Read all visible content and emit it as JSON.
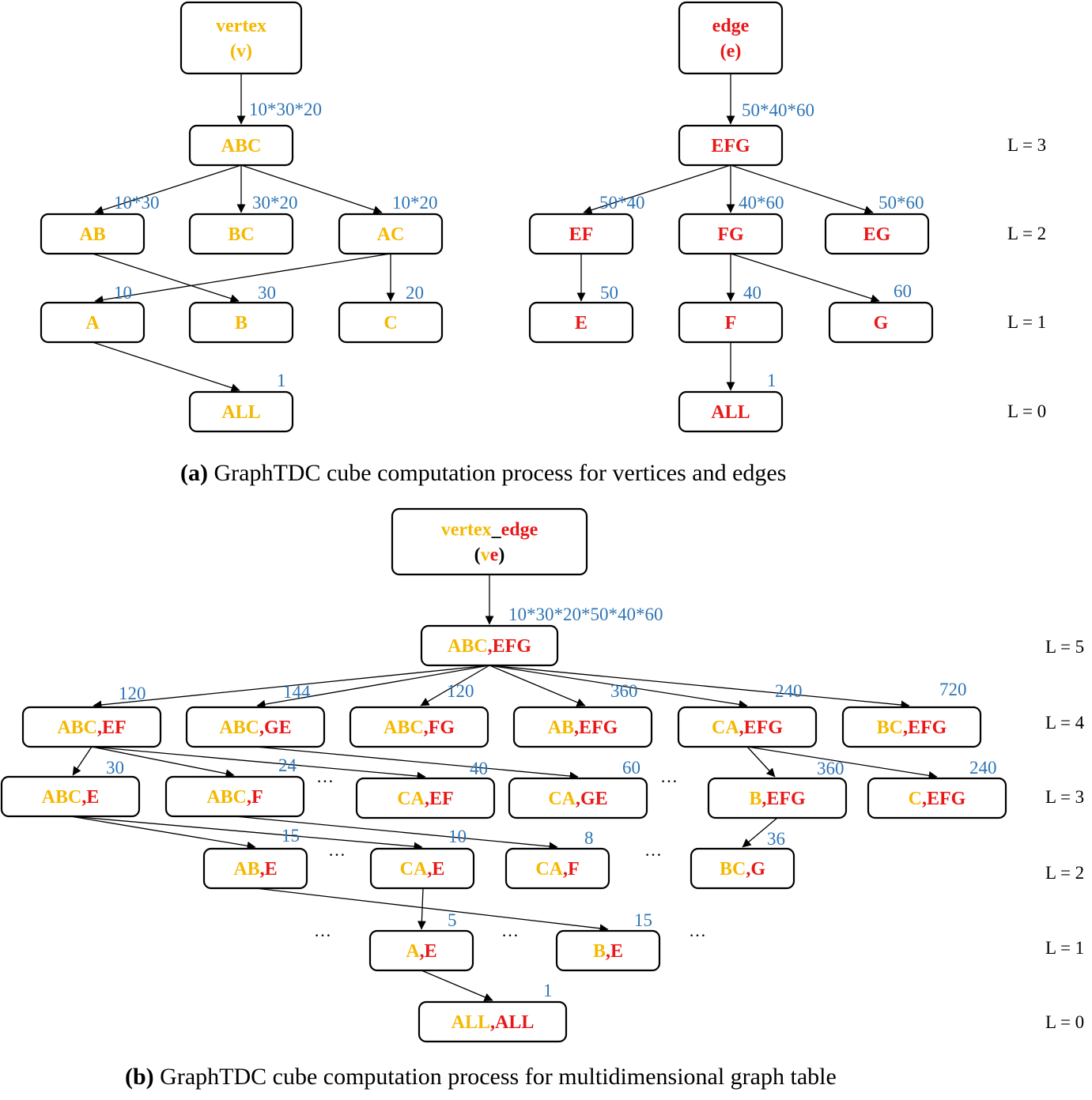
{
  "colors": {
    "vertex": "#F5B800",
    "edge": "#E81818",
    "label": "#2E75B6",
    "line": "#000000"
  },
  "panel_a": {
    "caption_tag": "(a)",
    "caption_text": " GraphTDC cube computation process for vertices and edges",
    "levels": [
      "L = 3",
      "L = 2",
      "L = 1",
      "L = 0"
    ],
    "nodes": [
      {
        "id": "v-root",
        "parts": [
          [
            "vertex",
            "v"
          ]
        ],
        "parts2": [
          [
            "(v)",
            "v"
          ]
        ]
      },
      {
        "id": "v-ABC",
        "parts": [
          [
            "ABC",
            "v"
          ]
        ]
      },
      {
        "id": "v-AB",
        "parts": [
          [
            "AB",
            "v"
          ]
        ]
      },
      {
        "id": "v-BC",
        "parts": [
          [
            "BC",
            "v"
          ]
        ]
      },
      {
        "id": "v-AC",
        "parts": [
          [
            "AC",
            "v"
          ]
        ]
      },
      {
        "id": "v-A",
        "parts": [
          [
            "A",
            "v"
          ]
        ]
      },
      {
        "id": "v-B",
        "parts": [
          [
            "B",
            "v"
          ]
        ]
      },
      {
        "id": "v-C",
        "parts": [
          [
            "C",
            "v"
          ]
        ]
      },
      {
        "id": "v-ALL",
        "parts": [
          [
            "ALL",
            "v"
          ]
        ]
      },
      {
        "id": "e-root",
        "parts": [
          [
            "edge",
            "e"
          ]
        ],
        "parts2": [
          [
            "(e)",
            "e"
          ]
        ]
      },
      {
        "id": "e-EFG",
        "parts": [
          [
            "EFG",
            "e"
          ]
        ]
      },
      {
        "id": "e-EF",
        "parts": [
          [
            "EF",
            "e"
          ]
        ]
      },
      {
        "id": "e-FG",
        "parts": [
          [
            "FG",
            "e"
          ]
        ]
      },
      {
        "id": "e-EG",
        "parts": [
          [
            "EG",
            "e"
          ]
        ]
      },
      {
        "id": "e-E",
        "parts": [
          [
            "E",
            "e"
          ]
        ]
      },
      {
        "id": "e-F",
        "parts": [
          [
            "F",
            "e"
          ]
        ]
      },
      {
        "id": "e-G",
        "parts": [
          [
            "G",
            "e"
          ]
        ]
      },
      {
        "id": "e-ALL",
        "parts": [
          [
            "ALL",
            "e"
          ]
        ]
      }
    ],
    "edges": [
      {
        "from": "v-root",
        "to": "v-ABC",
        "label": "10*30*20"
      },
      {
        "from": "v-ABC",
        "to": "v-AB",
        "label": "10*30"
      },
      {
        "from": "v-ABC",
        "to": "v-BC",
        "label": "30*20"
      },
      {
        "from": "v-ABC",
        "to": "v-AC",
        "label": "10*20"
      },
      {
        "from": "v-AC",
        "to": "v-A",
        "label": "10"
      },
      {
        "from": "v-AB",
        "to": "v-B",
        "label": "30"
      },
      {
        "from": "v-AC",
        "to": "v-C",
        "label": "20"
      },
      {
        "from": "v-A",
        "to": "v-ALL",
        "label": "1"
      },
      {
        "from": "e-root",
        "to": "e-EFG",
        "label": "50*40*60"
      },
      {
        "from": "e-EFG",
        "to": "e-EF",
        "label": "50*40"
      },
      {
        "from": "e-EFG",
        "to": "e-FG",
        "label": "40*60"
      },
      {
        "from": "e-EFG",
        "to": "e-EG",
        "label": "50*60"
      },
      {
        "from": "e-EF",
        "to": "e-E",
        "label": "50"
      },
      {
        "from": "e-FG",
        "to": "e-F",
        "label": "40"
      },
      {
        "from": "e-FG",
        "to": "e-G",
        "label": "60"
      },
      {
        "from": "e-F",
        "to": "e-ALL",
        "label": "1"
      }
    ]
  },
  "panel_b": {
    "caption_tag": "(b)",
    "caption_text": " GraphTDC cube computation process for multidimensional graph table",
    "levels": [
      "L = 5",
      "L = 4",
      "L = 3",
      "L = 2",
      "L = 1",
      "L = 0"
    ],
    "ellipsis": "…",
    "nodes": [
      {
        "id": "ve-root",
        "parts": [
          [
            "vertex",
            "v"
          ],
          [
            "_",
            "k"
          ],
          [
            "edge",
            "e"
          ]
        ],
        "parts2": [
          [
            "(",
            "k"
          ],
          [
            "v",
            "v"
          ],
          [
            "e",
            "e"
          ],
          [
            ")",
            "k"
          ]
        ]
      },
      {
        "id": "ABC,EFG",
        "parts": [
          [
            "ABC",
            "v"
          ],
          [
            ",EFG",
            "e"
          ]
        ]
      },
      {
        "id": "ABC,EF",
        "parts": [
          [
            "ABC",
            "v"
          ],
          [
            ",EF",
            "e"
          ]
        ]
      },
      {
        "id": "ABC,GE",
        "parts": [
          [
            "ABC",
            "v"
          ],
          [
            ",GE",
            "e"
          ]
        ]
      },
      {
        "id": "ABC,FG",
        "parts": [
          [
            "ABC",
            "v"
          ],
          [
            ",FG",
            "e"
          ]
        ]
      },
      {
        "id": "AB,EFG",
        "parts": [
          [
            "AB",
            "v"
          ],
          [
            ",EFG",
            "e"
          ]
        ]
      },
      {
        "id": "CA,EFG",
        "parts": [
          [
            "CA",
            "v"
          ],
          [
            ",EFG",
            "e"
          ]
        ]
      },
      {
        "id": "BC,EFG",
        "parts": [
          [
            "BC",
            "v"
          ],
          [
            ",EFG",
            "e"
          ]
        ]
      },
      {
        "id": "ABC,E",
        "parts": [
          [
            "ABC",
            "v"
          ],
          [
            ",E",
            "e"
          ]
        ]
      },
      {
        "id": "ABC,F",
        "parts": [
          [
            "ABC",
            "v"
          ],
          [
            ",F",
            "e"
          ]
        ]
      },
      {
        "id": "CA,EF",
        "parts": [
          [
            "CA",
            "v"
          ],
          [
            ",EF",
            "e"
          ]
        ]
      },
      {
        "id": "CA,GE",
        "parts": [
          [
            "CA",
            "v"
          ],
          [
            ",GE",
            "e"
          ]
        ]
      },
      {
        "id": "B,EFG",
        "parts": [
          [
            "B",
            "v"
          ],
          [
            ",EFG",
            "e"
          ]
        ]
      },
      {
        "id": "C,EFG",
        "parts": [
          [
            "C",
            "v"
          ],
          [
            ",EFG",
            "e"
          ]
        ]
      },
      {
        "id": "AB,E",
        "parts": [
          [
            "AB",
            "v"
          ],
          [
            ",E",
            "e"
          ]
        ]
      },
      {
        "id": "CA,E",
        "parts": [
          [
            "CA",
            "v"
          ],
          [
            ",E",
            "e"
          ]
        ]
      },
      {
        "id": "CA,F",
        "parts": [
          [
            "CA",
            "v"
          ],
          [
            ",F",
            "e"
          ]
        ]
      },
      {
        "id": "BC,G",
        "parts": [
          [
            "BC",
            "v"
          ],
          [
            ",G",
            "e"
          ]
        ]
      },
      {
        "id": "A,E",
        "parts": [
          [
            "A",
            "v"
          ],
          [
            ",E",
            "e"
          ]
        ]
      },
      {
        "id": "B,E",
        "parts": [
          [
            "B",
            "v"
          ],
          [
            ",E",
            "e"
          ]
        ]
      },
      {
        "id": "ALL,ALL",
        "parts": [
          [
            "ALL",
            "v"
          ],
          [
            ",ALL",
            "e"
          ]
        ]
      }
    ],
    "edges": [
      {
        "from": "ve-root",
        "to": "ABC,EFG",
        "label": "10*30*20*50*40*60"
      },
      {
        "from": "ABC,EFG",
        "to": "ABC,EF",
        "label": "120"
      },
      {
        "from": "ABC,EFG",
        "to": "ABC,GE",
        "label": "144"
      },
      {
        "from": "ABC,EFG",
        "to": "ABC,FG",
        "label": "120"
      },
      {
        "from": "ABC,EFG",
        "to": "AB,EFG",
        "label": "360"
      },
      {
        "from": "ABC,EFG",
        "to": "CA,EFG",
        "label": "240"
      },
      {
        "from": "ABC,EFG",
        "to": "BC,EFG",
        "label": "720"
      },
      {
        "from": "ABC,EF",
        "to": "ABC,E",
        "label": "30"
      },
      {
        "from": "ABC,EF",
        "to": "ABC,F",
        "label": "24"
      },
      {
        "from": "ABC,EF",
        "to": "CA,EF",
        "label": "40"
      },
      {
        "from": "ABC,GE",
        "to": "CA,GE",
        "label": "60"
      },
      {
        "from": "CA,EFG",
        "to": "B,EFG",
        "label": "360"
      },
      {
        "from": "CA,EFG",
        "to": "C,EFG",
        "label": "240"
      },
      {
        "from": "ABC,E",
        "to": "AB,E",
        "label": "15"
      },
      {
        "from": "ABC,E",
        "to": "CA,E",
        "label": "10"
      },
      {
        "from": "ABC,F",
        "to": "CA,F",
        "label": "8"
      },
      {
        "from": "B,EFG",
        "to": "BC,G",
        "label": "36"
      },
      {
        "from": "CA,E",
        "to": "A,E",
        "label": "5"
      },
      {
        "from": "AB,E",
        "to": "B,E",
        "label": "15"
      },
      {
        "from": "A,E",
        "to": "ALL,ALL",
        "label": "1"
      }
    ]
  }
}
